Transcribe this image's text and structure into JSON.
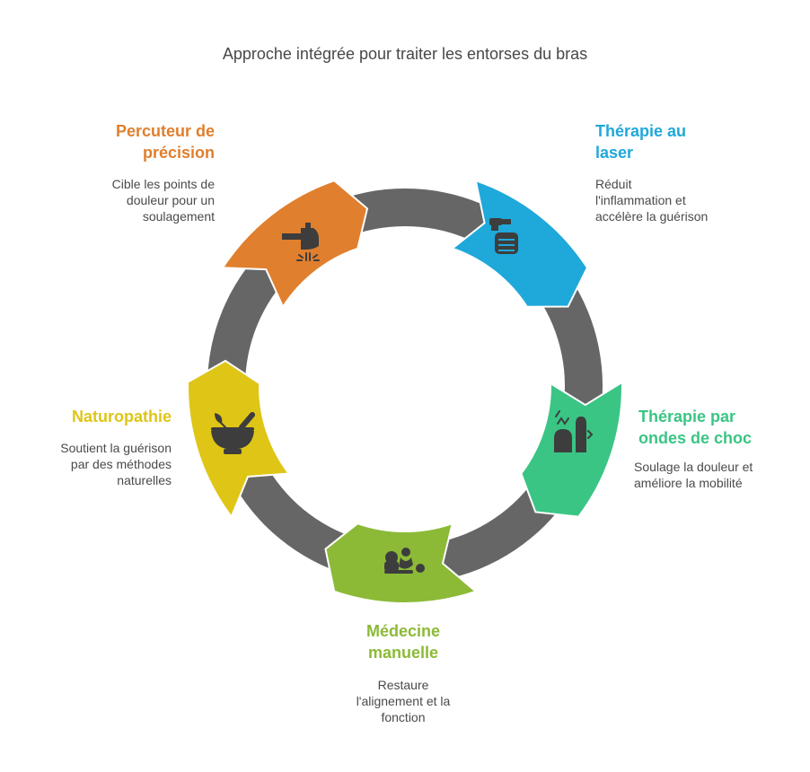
{
  "title": "Approche intégrée pour traiter les entorses du bras",
  "colors": {
    "ring": "#666666",
    "percuteur": "#E07F2D",
    "laser": "#1FA8DA",
    "ondes": "#3AC585",
    "medecine": "#8CBA37",
    "naturopathie": "#DFC516",
    "icon": "#3d3d3d",
    "desc_text": "#4a4a4a"
  },
  "segments": [
    {
      "id": "percuteur",
      "heading_line1": "Percuteur de",
      "heading_line2": "précision",
      "desc_line1": "Cible les points de",
      "desc_line2": "douleur pour un",
      "desc_line3": "soulagement",
      "icon": "hammer-icon"
    },
    {
      "id": "laser",
      "heading_line1": "Thérapie au",
      "heading_line2": "laser",
      "desc_line1": "Réduit",
      "desc_line2": "l'inflammation et",
      "desc_line3": "accélère la guérison",
      "icon": "laser-hand-icon"
    },
    {
      "id": "ondes",
      "heading_line1": "Thérapie par",
      "heading_line2": "ondes de choc",
      "desc_line1": "Soulage la douleur et",
      "desc_line2": "améliore la mobilité",
      "icon": "shockwave-icon"
    },
    {
      "id": "medecine",
      "heading_line1": "Médecine",
      "heading_line2": "manuelle",
      "desc_line1": "Restaure",
      "desc_line2": "l'alignement et la",
      "desc_line3": "fonction",
      "icon": "massage-icon"
    },
    {
      "id": "naturopathie",
      "heading_line1": "Naturopathie",
      "desc_line1": "Soutient la guérison",
      "desc_line2": "par des méthodes",
      "desc_line3": "naturelles",
      "icon": "mortar-pestle-icon"
    }
  ]
}
